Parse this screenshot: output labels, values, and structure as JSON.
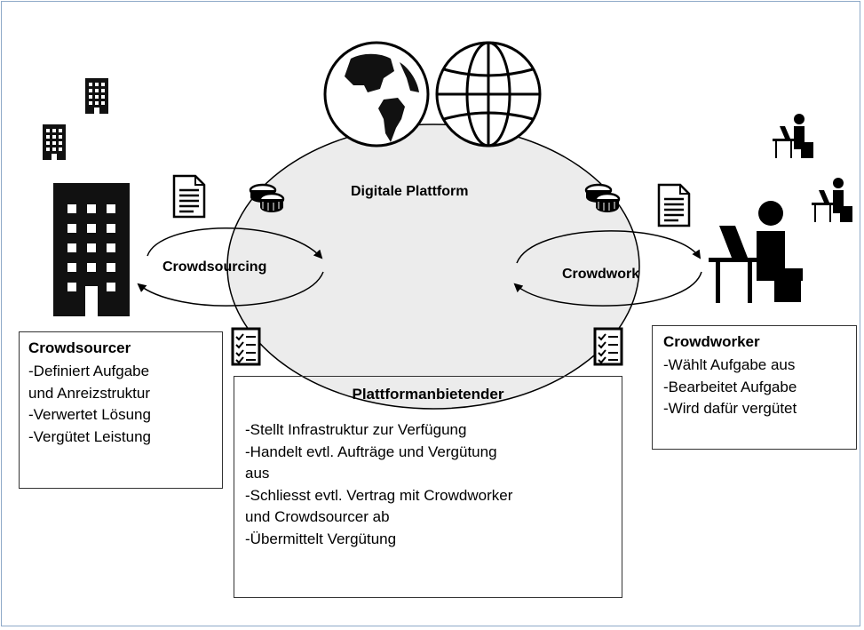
{
  "diagram": {
    "platform_label": "Digitale Plattform",
    "left_flow_label": "Crowdsourcing",
    "right_flow_label": "Crowdwork",
    "crowdsourcer": {
      "title": "Crowdsourcer",
      "lines": [
        "-Definiert Aufgabe",
        "und Anreizstruktur",
        "-Verwertet Lösung",
        "-Vergütet Leistung"
      ]
    },
    "platform_provider": {
      "title": "Plattformanbietender",
      "lines": [
        "-Stellt Infrastruktur zur Verfügung",
        "-Handelt evtl. Aufträge und Vergütung",
        "aus",
        "-Schliesst evtl. Vertrag mit Crowdworker",
        "und Crowdsourcer ab",
        "-Übermittelt Vergütung"
      ]
    },
    "crowdworker": {
      "title": "Crowdworker",
      "lines": [
        "-Wählt Aufgabe aus",
        "-Bearbeitet Aufgabe",
        "-Wird dafür vergütet"
      ]
    },
    "icons": [
      "globe-americas-icon",
      "globe-grid-icon",
      "building-icon",
      "document-icon",
      "coins-icon",
      "checklist-icon",
      "person-at-laptop-icon"
    ]
  }
}
